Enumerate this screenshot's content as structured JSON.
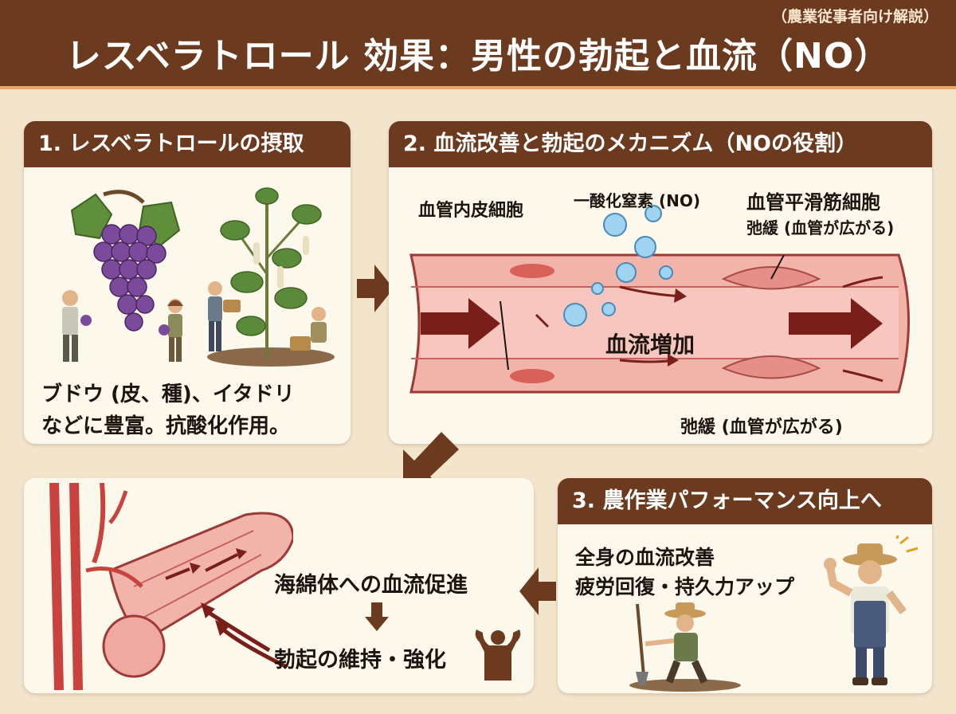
{
  "header": {
    "note": "（農業従事者向け解説）",
    "title": "レスベラトロール 効果：男性の勃起と血流（NO）"
  },
  "panel1": {
    "title": "1. レスベラトロールの摂取",
    "line1": "ブドウ (皮、種)、イタドリ",
    "line2": "などに豊富。抗酸化作用。"
  },
  "panel2": {
    "title": "2. 血流改善と勃起のメカニズム（NOの役割）",
    "endothelial": "血管内皮細胞",
    "no_label": "一酸化窒素 (NO)",
    "smooth_muscle": "血管平滑筋細胞",
    "relax_top": "弛緩 (血管が広がる)",
    "blood_flow": "血流増加",
    "relax_bottom": "弛緩 (血管が広がる)"
  },
  "panel3": {
    "title": "3. 農作業パフォーマンス向上へ",
    "line1": "全身の血流改善",
    "line2": "疲労回復・持久力アップ"
  },
  "panel4": {
    "flow_text": "海綿体への血流促進",
    "result": "勃起の維持・強化"
  },
  "colors": {
    "brown": "#6b3a1f",
    "background": "#f3e4cc",
    "panel": "#fdf8ec",
    "vessel": "#e9908c",
    "artery": "#c9423e"
  }
}
